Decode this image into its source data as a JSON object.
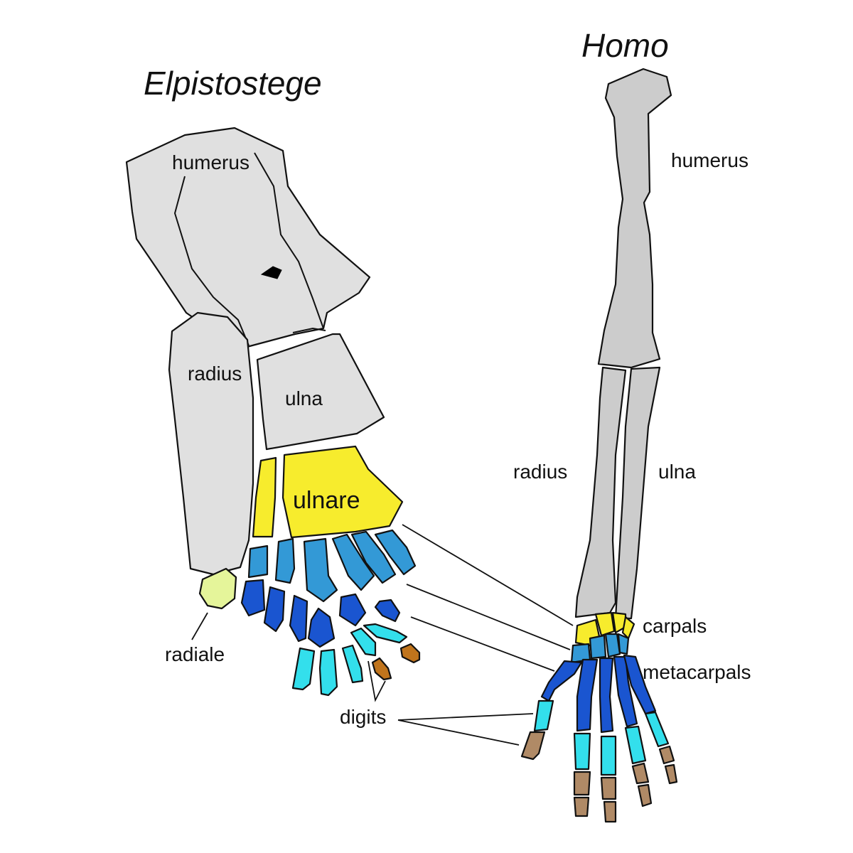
{
  "titles": {
    "left": "Elpistostege",
    "right": "Homo"
  },
  "left_labels": {
    "humerus": "humerus",
    "radius": "radius",
    "ulna": "ulna",
    "ulnare": "ulnare",
    "radiale": "radiale",
    "digits": "digits"
  },
  "right_labels": {
    "humerus": "humerus",
    "radius": "radius",
    "ulna": "ulna",
    "carpals": "carpals",
    "metacarpals": "metacarpals"
  },
  "colors": {
    "long_bone": "#e0e0e0",
    "homo_bone": "#cccccc",
    "ulnare_carpal": "#f7ec2d",
    "radiale": "#e5f59a",
    "distal_carpal": "#3399d6",
    "metacarpal": "#1a55d0",
    "proximal_phalanx": "#33dfec",
    "distal_phalanx": "#b08a66",
    "terminal_phalanx": "#c0741c",
    "foramen": "#000000"
  }
}
